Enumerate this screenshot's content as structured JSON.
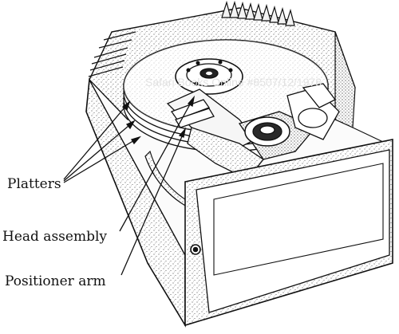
{
  "figure": {
    "labels": {
      "platters": "Platters",
      "head_assembly": "Head assembly",
      "positioner_arm": "Positioner arm"
    },
    "watermark": "Safari Books Online #8507/12/1978",
    "ink_color": "#111111",
    "background": "#ffffff"
  }
}
